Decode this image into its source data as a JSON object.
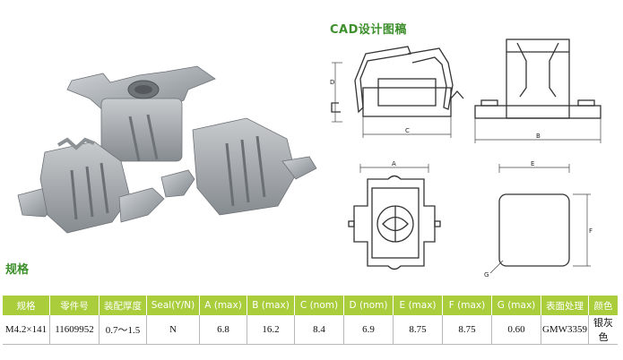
{
  "cad_title": "CAD设计图稿",
  "spec_heading": "规格",
  "drawing_labels": {
    "A": "A",
    "B": "B",
    "C": "C",
    "D": "D",
    "E": "E",
    "F": "F",
    "G": "G"
  },
  "table": {
    "headers": [
      "规格",
      "零件号",
      "装配厚度",
      "Seal(Y/N)",
      "A (max)",
      "B (max)",
      "C (nom)",
      "D (nom)",
      "E (max)",
      "F (max)",
      "G (max)",
      "表面处理",
      "颜色"
    ],
    "row": [
      "M4.2×141",
      "11609952",
      "0.7～1.5",
      "N",
      "6.8",
      "16.2",
      "8.4",
      "6.9",
      "8.75",
      "8.75",
      "0.60",
      "GMW3359",
      "银灰色"
    ]
  },
  "colors": {
    "accent": "#3d8f2c",
    "header_bg": "#a9cd3b",
    "metal": "#9ea3a8"
  }
}
